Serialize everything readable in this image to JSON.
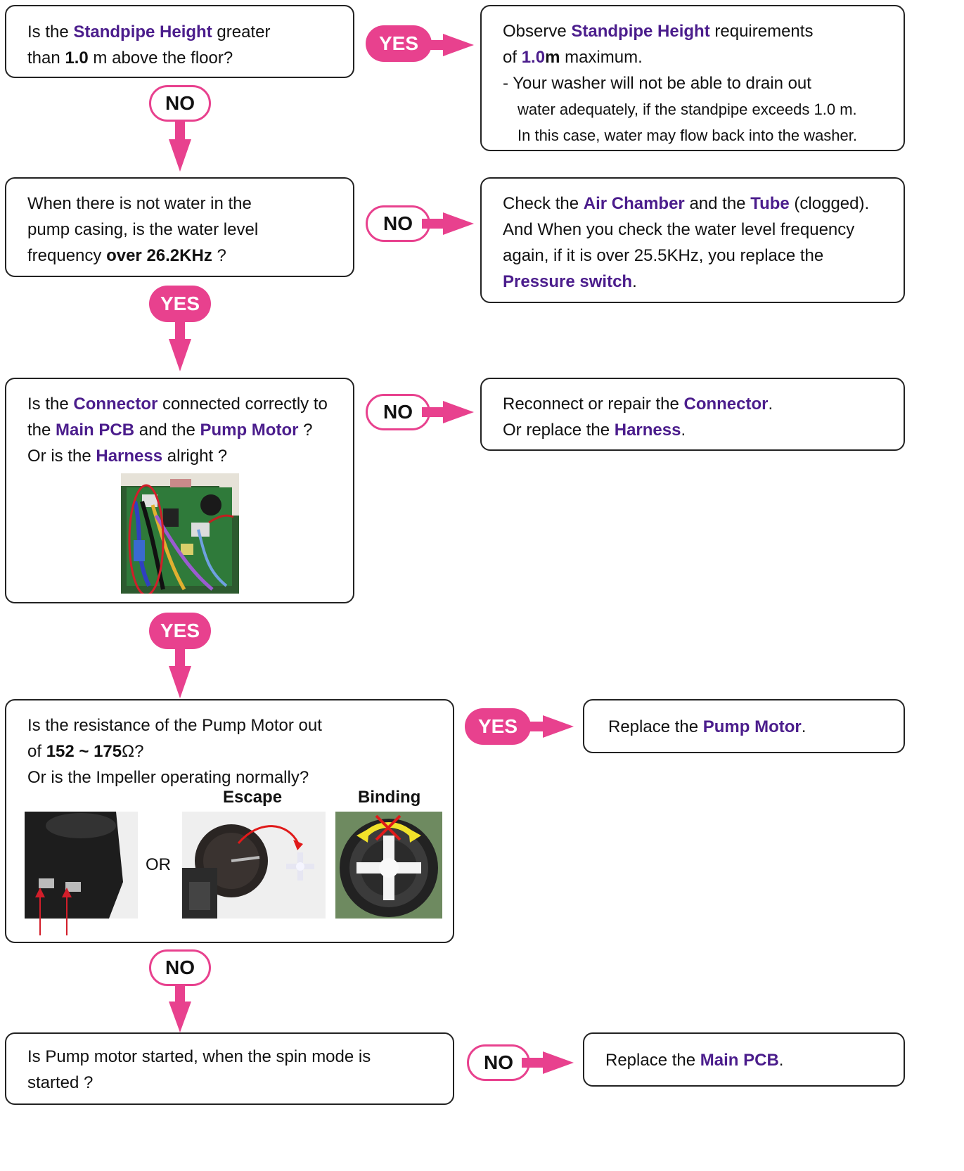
{
  "colors": {
    "accent": "#e8418e",
    "highlight": "#4b1d8c",
    "border": "#222222"
  },
  "q1": {
    "t1": "Is the ",
    "h1": "Standpipe Height",
    "t2": " greater",
    "t3": "than ",
    "b1": "1.0",
    "t4": " m above the floor?"
  },
  "a1": {
    "t1": "Observe ",
    "h1": "Standpipe Height",
    "t2": " requirements",
    "t3": "of ",
    "h2": "1.0",
    "b1": "m",
    "t4": " maximum.",
    "bullet": "- ",
    "t5": "Your washer will not be able to drain out",
    "t6": "water adequately, if the standpipe exceeds 1.0 m.",
    "t7": "In this case, water may flow back into the washer."
  },
  "q2": {
    "t1": "When there is not water in the",
    "t2": "pump casing, is the water level",
    "t3": "frequency ",
    "b1": "over 26.2KHz",
    "t4": " ?"
  },
  "a2": {
    "t1": "Check the ",
    "h1": "Air Chamber",
    "t2": " and the ",
    "h2": "Tube",
    "t3": " (clogged).",
    "t4": "And When you check the water level frequency",
    "t5": "again, if it is over 25.5KHz, you replace the",
    "h3": "Pressure switch",
    "t6": "."
  },
  "q3": {
    "t1": "Is the ",
    "h1": "Connector",
    "t2": " connected correctly to",
    "t3": "the ",
    "h2": "Main PCB",
    "t4": " and the ",
    "h3": "Pump Motor",
    "t5": " ?",
    "t6": "Or is the ",
    "h4": "Harness",
    "t7": " alright ?"
  },
  "a3": {
    "t1": "Reconnect or repair the ",
    "h1": "Connector",
    "t2": ".",
    "t3": "Or replace the ",
    "h2": "Harness",
    "t4": "."
  },
  "q4": {
    "t1": "Is the resistance of the Pump Motor out",
    "t2": "of ",
    "b1": "152 ~ 175",
    "t3": "Ω?",
    "t4": "Or is the Impeller operating normally?",
    "escape": "Escape",
    "binding": "Binding",
    "or": "OR"
  },
  "a4": {
    "t1": "Replace the ",
    "h1": "Pump Motor",
    "t2": "."
  },
  "q5": {
    "t1": "Is Pump motor started, when the spin mode is",
    "t2": "started ?"
  },
  "a5": {
    "t1": "Replace the ",
    "h1": "Main PCB",
    "t2": "."
  },
  "labels": {
    "yes": "YES",
    "no": "NO"
  }
}
